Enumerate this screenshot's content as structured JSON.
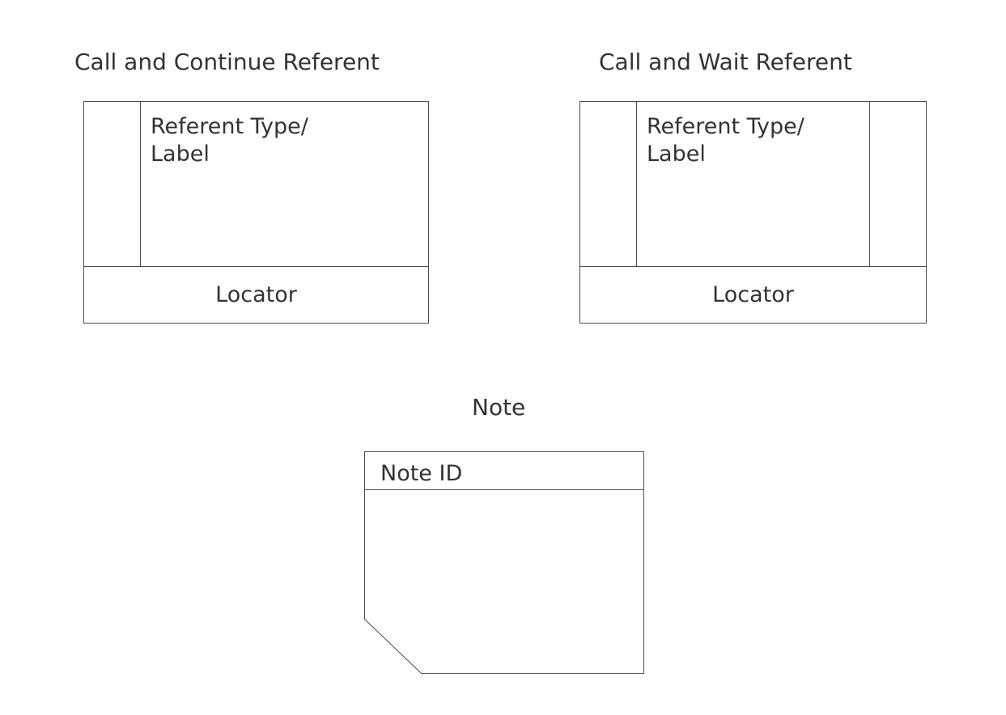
{
  "diagram": {
    "background_color": "#ffffff",
    "stroke_color": "#4d4d4d",
    "text_color": "#333333",
    "shapes": [
      {
        "id": "call-continue",
        "title": "Call and Continue Referent",
        "main_label": "Referent Type/\nLabel",
        "main_label_line1": "Referent Type/",
        "main_label_line2": "Label",
        "footer_label": "Locator",
        "has_left_column": true,
        "has_right_column": false
      },
      {
        "id": "call-wait",
        "title": "Call and Wait Referent",
        "main_label": "Referent Type/\nLabel",
        "main_label_line1": "Referent Type/",
        "main_label_line2": "Label",
        "footer_label": "Locator",
        "has_left_column": true,
        "has_right_column": true
      },
      {
        "id": "note",
        "title": "Note",
        "header_label": "Note ID",
        "body_label": "",
        "clipped_corner": "bottom-left"
      }
    ]
  }
}
